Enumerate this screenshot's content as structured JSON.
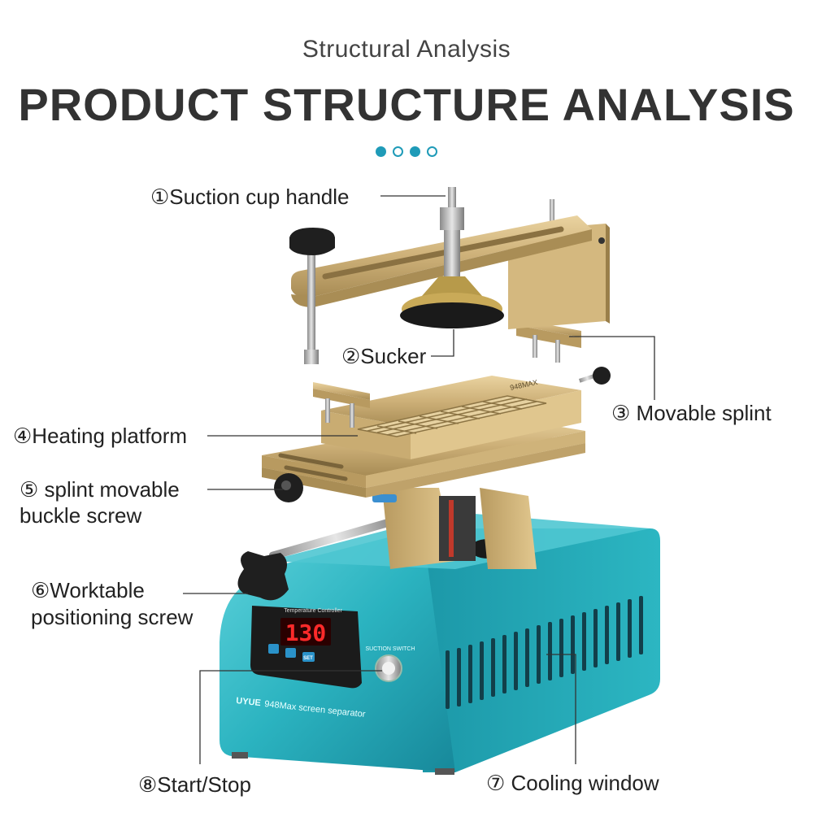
{
  "header": {
    "subtitle": "Structural Analysis",
    "title": "PRODUCT STRUCTURE ANALYSIS",
    "dots": [
      "filled",
      "outline",
      "filled",
      "outline"
    ]
  },
  "labels": {
    "l1": "①Suction cup handle",
    "l2": "②Sucker",
    "l3": "③ Movable splint",
    "l4": "④Heating platform",
    "l5a": "⑤ splint movable",
    "l5b": "buckle screw",
    "l6a": "⑥Worktable",
    "l6b": "positioning screw",
    "l7": "⑦ Cooling window",
    "l8": "⑧Start/Stop"
  },
  "device": {
    "brand": "UYUE",
    "model": "948Max screen separator",
    "controller_title": "Temperature Controller",
    "temperature_display": "130",
    "set_button": "SET",
    "switch_label": "SUCTION SWITCH",
    "plate_mark": "948MAX"
  },
  "colors": {
    "body_teal": "#2bb3c0",
    "gold": "#cdb078",
    "display_red": "#ff2a2a",
    "accent": "#1f9bb8"
  }
}
